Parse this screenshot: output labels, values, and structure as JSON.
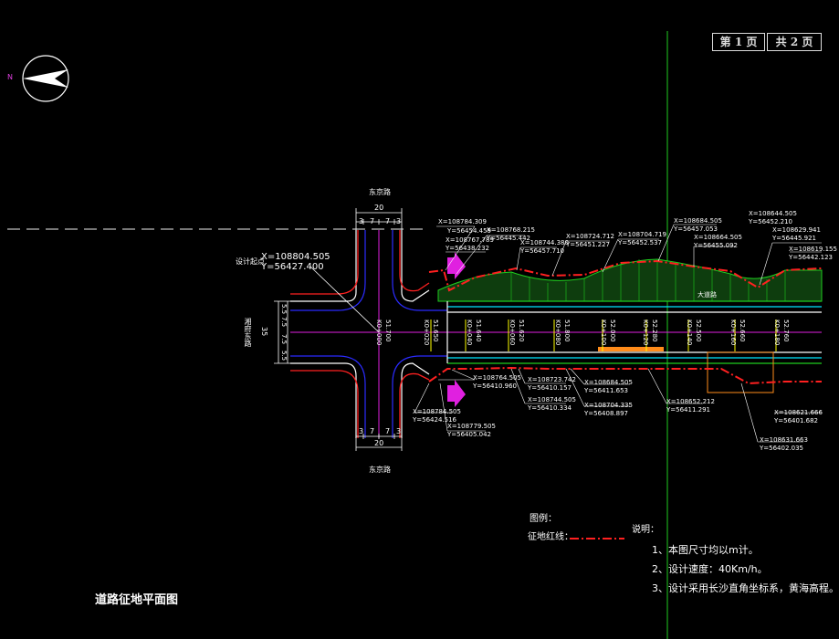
{
  "sheet": {
    "page_no": "第 1 页",
    "page_total": "共 2 页",
    "title": "道路征地平面图",
    "north": "N"
  },
  "road_names": {
    "top": "东京路",
    "bottom": "东京路",
    "left": "湘府东路",
    "main": "大道路"
  },
  "design_start": {
    "label": "设计起点",
    "x": "X=108804.505",
    "y": "Y=56427.400"
  },
  "dims": {
    "top_total": "20",
    "top_segments": [
      "3",
      "7",
      "7",
      "3"
    ],
    "bottom_total": "20",
    "bottom_segments": [
      "3",
      "7",
      "7",
      "3"
    ],
    "left_total": "35",
    "left_segments": [
      "5.5",
      "7.5",
      "7.5",
      "5.5"
    ]
  },
  "coords": [
    {
      "x": "X=108784.309",
      "y": "Y=56454.459"
    },
    {
      "x": "X=108768.215",
      "y": "Y=56445.442"
    },
    {
      "x": "X=108767.789",
      "y": "Y=56438.232"
    },
    {
      "x": "X=108744.380",
      "y": "Y=56457.710"
    },
    {
      "x": "X=108724.712",
      "y": "Y=56451.227"
    },
    {
      "x": "X=108704.719",
      "y": "Y=56452.537"
    },
    {
      "x": "X=108684.505",
      "y": "Y=56457.053"
    },
    {
      "x": "X=108664.505",
      "y": "Y=56455.092"
    },
    {
      "x": "X=108644.505",
      "y": "Y=56452.210"
    },
    {
      "x": "X=108629.941",
      "y": "Y=56445.921"
    },
    {
      "x": "X=108619.155",
      "y": "Y=56442.123"
    },
    {
      "x": "X=108764.505",
      "y": "Y=56410.960"
    },
    {
      "x": "X=108723.742",
      "y": "Y=56410.157"
    },
    {
      "x": "X=108744.505",
      "y": "Y=56410.334"
    },
    {
      "x": "X=108684.505",
      "y": "Y=56411.653"
    },
    {
      "x": "X=108704.335",
      "y": "Y=56408.897"
    },
    {
      "x": "X=108652.212",
      "y": "Y=56411.291"
    },
    {
      "x": "X=108784.505",
      "y": "Y=56424.516"
    },
    {
      "x": "X=108779.505",
      "y": "Y=56405.042"
    },
    {
      "x": "X=108631.663",
      "y": "Y=56402.035"
    },
    {
      "x": "X=108621.666",
      "y": "Y=56401.682"
    }
  ],
  "stations": [
    "K0+000",
    "K0+020",
    "K0+040",
    "K0+060",
    "K0+080",
    "K0+100",
    "K0+120",
    "K0+140",
    "K0+160",
    "K0+180"
  ],
  "elevations": [
    "51.700",
    "51.650",
    "51.640",
    "51.620",
    "51.800",
    "52.000",
    "52.280",
    "52.500",
    "52.660",
    "52.760"
  ],
  "legend": {
    "title": "图例：",
    "item": "征地红线："
  },
  "notes": {
    "title": "说明：",
    "items": [
      "1、本图尺寸均以m计。",
      "2、设计速度：40Km/h。",
      "3、设计采用长沙直角坐标系，黄海高程。"
    ]
  },
  "colors": {
    "red_line": "#ff2020",
    "green": "#1fcc1f",
    "magenta": "#e020e0",
    "blue": "#2b2bff",
    "cyan": "#00e5ff",
    "yellow": "#ffff00",
    "orange": "#ff8c1a"
  }
}
